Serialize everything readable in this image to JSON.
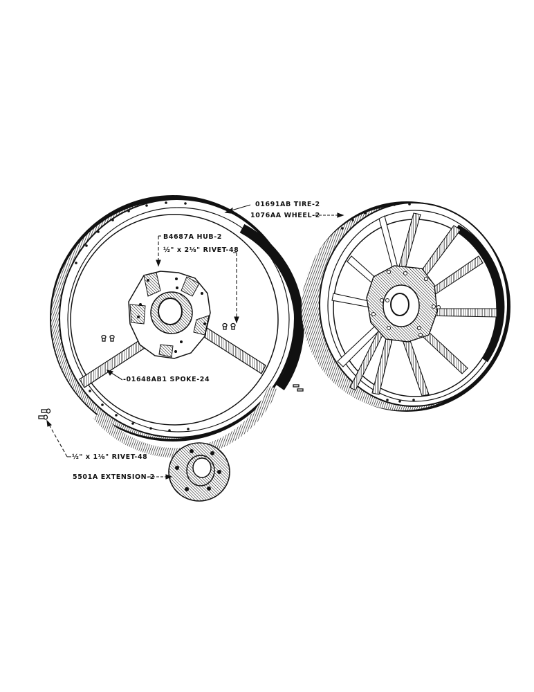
{
  "diagram": {
    "title": "Wheel assembly exploded parts view",
    "colors": {
      "ink": "#111111",
      "paper": "#ffffff"
    },
    "labels": {
      "tire": "01691AB TIRE-2",
      "wheel": "1076AA WHEEL-2",
      "hub": "B4687A HUB-2",
      "hub_rivet_size": "½\" x 2⅛\"",
      "hub_rivet": "RIVET-48",
      "spoke": "-01648AB1 SPOKE-24",
      "rim_rivet_size": "½\" x 1⅛\"",
      "rim_rivet": "RIVET-48",
      "extension": "5501A EXTENSION-2"
    },
    "parts": [
      {
        "part_no": "01691AB",
        "name": "TIRE",
        "qty": 2
      },
      {
        "part_no": "1076AA",
        "name": "WHEEL",
        "qty": 2
      },
      {
        "part_no": "B4687A",
        "name": "HUB",
        "qty": 2
      },
      {
        "part_no": "",
        "size": "1/2\" x 2 1/8\"",
        "name": "RIVET",
        "qty": 48
      },
      {
        "part_no": "01648AB1",
        "name": "SPOKE",
        "qty": 24
      },
      {
        "part_no": "",
        "size": "1/2\" x 1 1/8\"",
        "name": "RIVET",
        "qty": 48
      },
      {
        "part_no": "5501A",
        "name": "EXTENSION",
        "qty": 2
      }
    ]
  }
}
